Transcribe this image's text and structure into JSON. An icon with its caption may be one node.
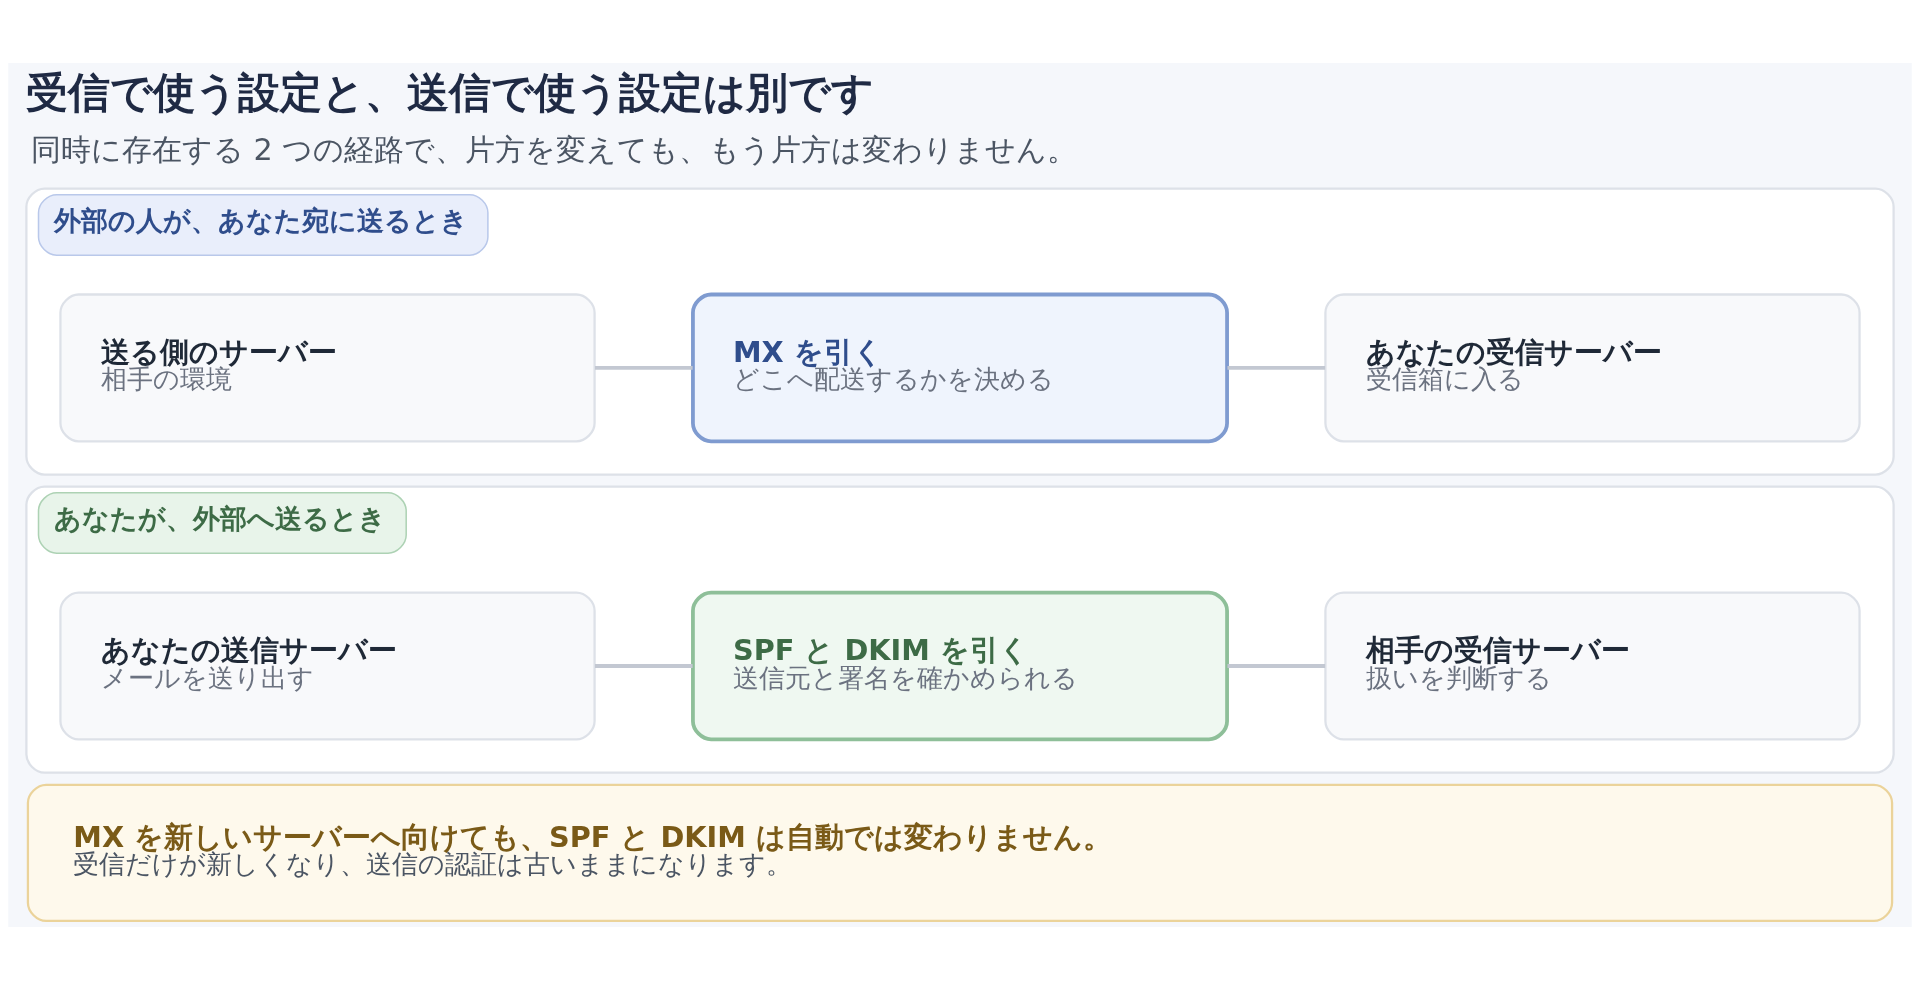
{
  "diagram": {
    "title": "受信で使う設定と、送信で使う設定は別です",
    "nodes": [
      {
        "text": [
          "外部の人が、あなた宛に送るとき"
        ]
      },
      {
        "text": [
          "送る側のサーバー",
          "相手の環境"
        ],
        "in": 0
      },
      {
        "text": [
          "MX を引く",
          "どこへ配送するかを決める"
        ],
        "in": 0
      },
      {
        "text": [
          "あなたの受信サーバー",
          "受信箱に入る"
        ],
        "in": 0
      },
      {
        "text": [
          "あなたが、外部へ送るとき"
        ]
      },
      {
        "text": [
          "あなたの送信サーバー",
          "メールを送り出す"
        ],
        "in": 4
      },
      {
        "text": [
          "SPF と DKIM を引く",
          "送信元と署名を確かめられる"
        ],
        "in": 4
      },
      {
        "text": [
          "相手の受信サーバー",
          "扱いを判断する"
        ],
        "in": 4
      },
      {
        "text": [
          "MX を新しいサーバーへ向けても、SPF と DKIM は自動では変わりません。",
          "受信だけが新しくなり、送信の認証は古いままになります。"
        ]
      }
    ],
    "edges": [
      {
        "from": 1,
        "to": 2,
        "arrow": "none"
      },
      {
        "from": 2,
        "to": 3,
        "arrow": "none"
      },
      {
        "from": 5,
        "to": 6,
        "arrow": "none"
      },
      {
        "from": 6,
        "to": 7,
        "arrow": "none"
      }
    ],
    "labels": [
      "同時に存在する 2 つの経路で、片方を変えても、もう片方は変わりません。"
    ]
  }
}
